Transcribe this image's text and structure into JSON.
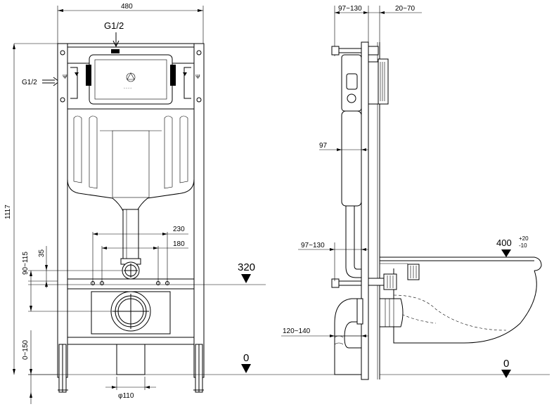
{
  "front": {
    "width": "480",
    "inlet_top": "G1/2",
    "inlet_side": "G1/2",
    "dim_230": "230",
    "dim_180": "180",
    "dim_35": "35",
    "dim_90_115": "90~115",
    "height_1117": "1117",
    "dim_0_150": "0~150",
    "level_320": "320",
    "level_0": "0",
    "pipe_dia": "φ110"
  },
  "side": {
    "dim_97_130_top": "97~130",
    "dim_20_70": "20~70",
    "dim_97": "97",
    "dim_97_130_mid": "97~130",
    "dim_120_140": "120~140",
    "bowl_base": "400",
    "bowl_tol_plus": "+20",
    "bowl_tol_minus": "-10",
    "level_0": "0"
  }
}
